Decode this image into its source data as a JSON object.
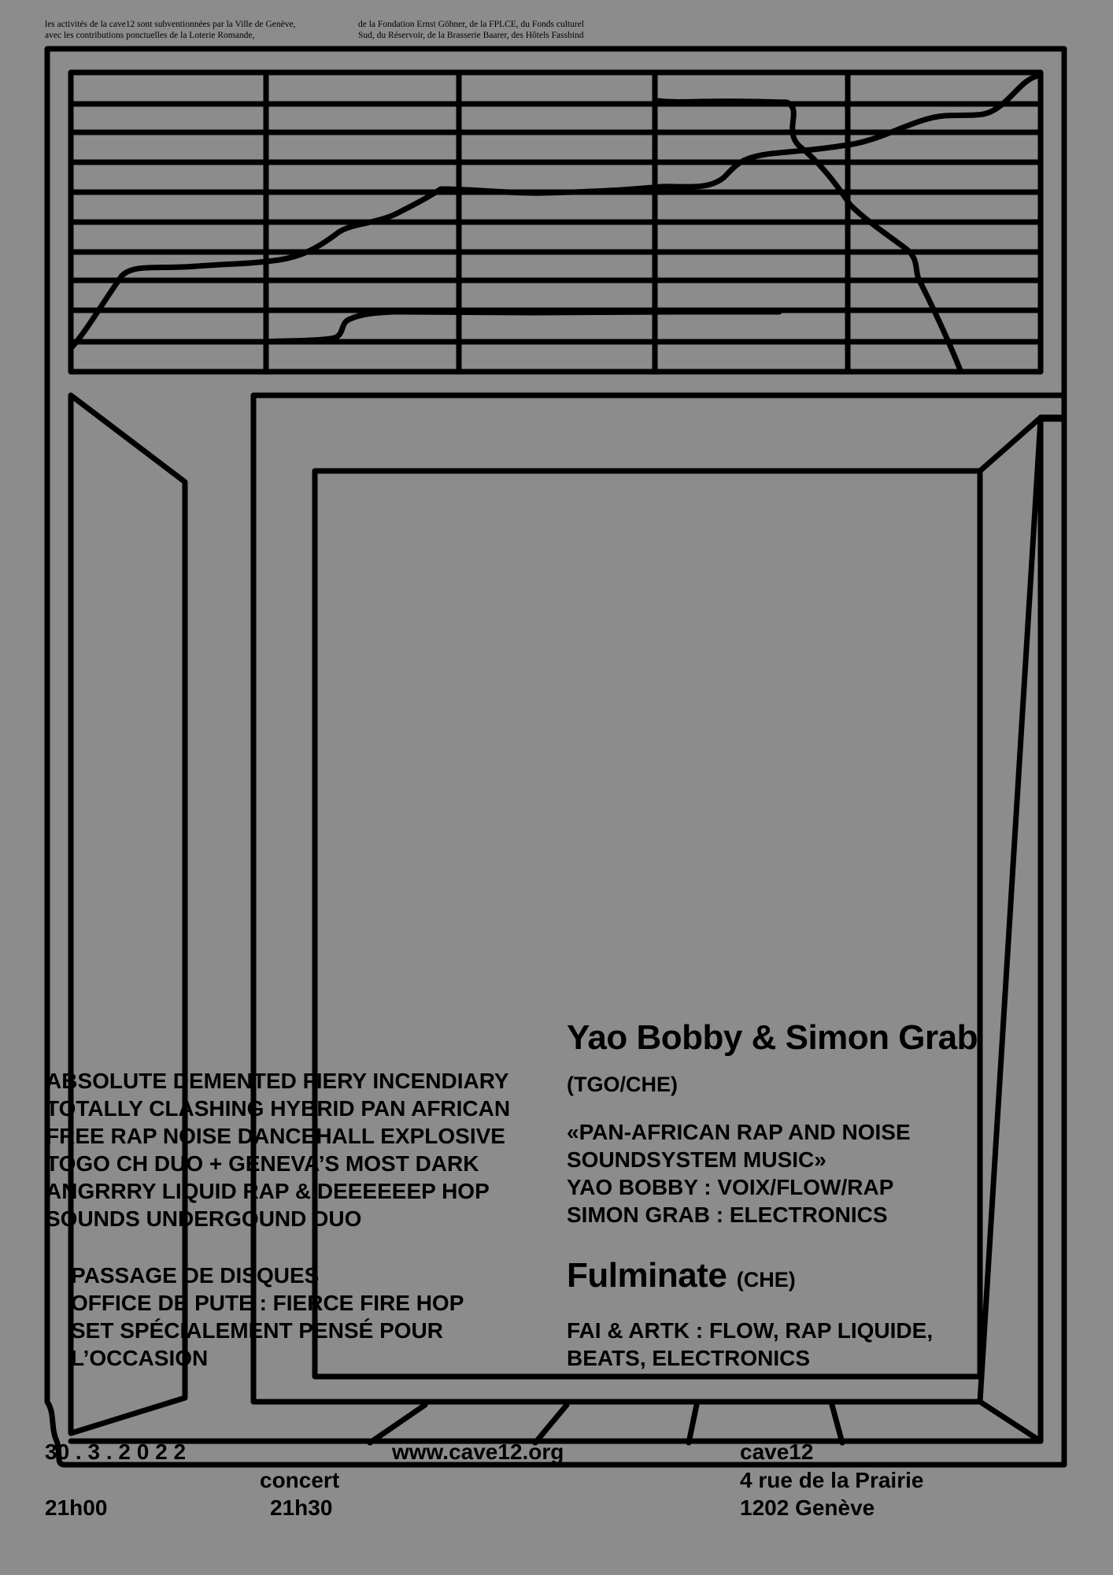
{
  "credits": {
    "left": "les activités de la cave12 sont subventionnées par la Ville de Genève,\navec les contributions ponctuelles de la Loterie Romande,",
    "right": "de la Fondation Ernst Göhner, de la FPLCE, du Fonds culturel\nSud, du Réservoir, de la Brasserie Baarer, des Hôtels Fassbind"
  },
  "left_text": {
    "description": "ABSOLUTE DEMENTED FIERY INCENDIARY\nTOTALLY CLASHING HYBRID PAN AFRICAN\nFREE RAP NOISE DANCEHALL EXPLOSIVE\nTOGO CH DUO + GENEVA’S MOST DARK\nANGRRRY LIQUID RAP & DEEEEEEP HOP\nSOUNDS UNDERGOUND DUO",
    "dj": "PASSAGE DE DISQUES\nOFFICE DE PUTE : FIERCE FIRE HOP\nSET SPÉCIALEMENT PENSÉ POUR\nL’OCCASION"
  },
  "artists": {
    "headliner": "Yao Bobby & Simon Grab",
    "headliner_origin": "(TGO/CHE)",
    "headliner_desc": "«PAN-AFRICAN RAP AND NOISE\nSOUNDSYSTEM MUSIC»\nYAO BOBBY : VOIX/FLOW/RAP\nSIMON GRAB : ELECTRONICS",
    "second": "Fulminate",
    "second_origin": "(CHE)",
    "second_desc": "FAI & ARTK : FLOW, RAP LIQUIDE,\nBEATS, ELECTRONICS"
  },
  "footer": {
    "date": "30 . 3 . 2 0 2 2",
    "doors": "21h00",
    "concert_label": "concert",
    "concert_time": "21h30",
    "website": "www.cave12.org",
    "venue": "cave12",
    "address1": "4 rue de la Prairie",
    "address2": "1202 Genève"
  }
}
